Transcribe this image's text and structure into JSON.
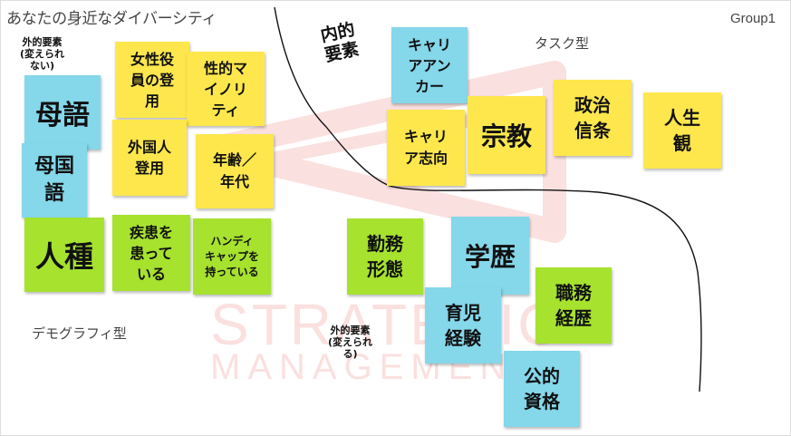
{
  "board": {
    "title": "あなたの身近なダイバーシティ",
    "group": "Group1"
  },
  "labels": {
    "demographic": "デモグラフィ型",
    "task": "タスク型",
    "internal": "内的\n要素",
    "external_top": "外的要素\n(変えられ\nない)",
    "external_bottom": "外的要素\n(変えられ\nる)"
  },
  "watermark": {
    "color": "#e4443c",
    "line1": "STRATEGIC",
    "line2": "MANAGEMENT"
  },
  "notes": {
    "bogo": "母語",
    "bokokugo": "母国\n語",
    "jinshu": "人種",
    "josei": "女性役\n員の登\n用",
    "sei": "性的マ\nイノリ\nティ",
    "gaikokujin": "外国人\n登用",
    "nenrei": "年齢／\n年代",
    "shikkan": "疾患を\n患って\nいる",
    "handi": "ハンディ\nキャップを\n持っている",
    "anchor": "キャリ\nアアン\nカー",
    "shikou": "キャリ\nア志向",
    "shukyo": "宗教",
    "seiji": "政治\n信条",
    "jinsei": "人生\n観",
    "kinmu": "勤務\n形態",
    "gakureki": "学歴",
    "ikuji": "育児\n経験",
    "shokumu": "職務\n経歴",
    "shikaku": "公的\n資格"
  }
}
